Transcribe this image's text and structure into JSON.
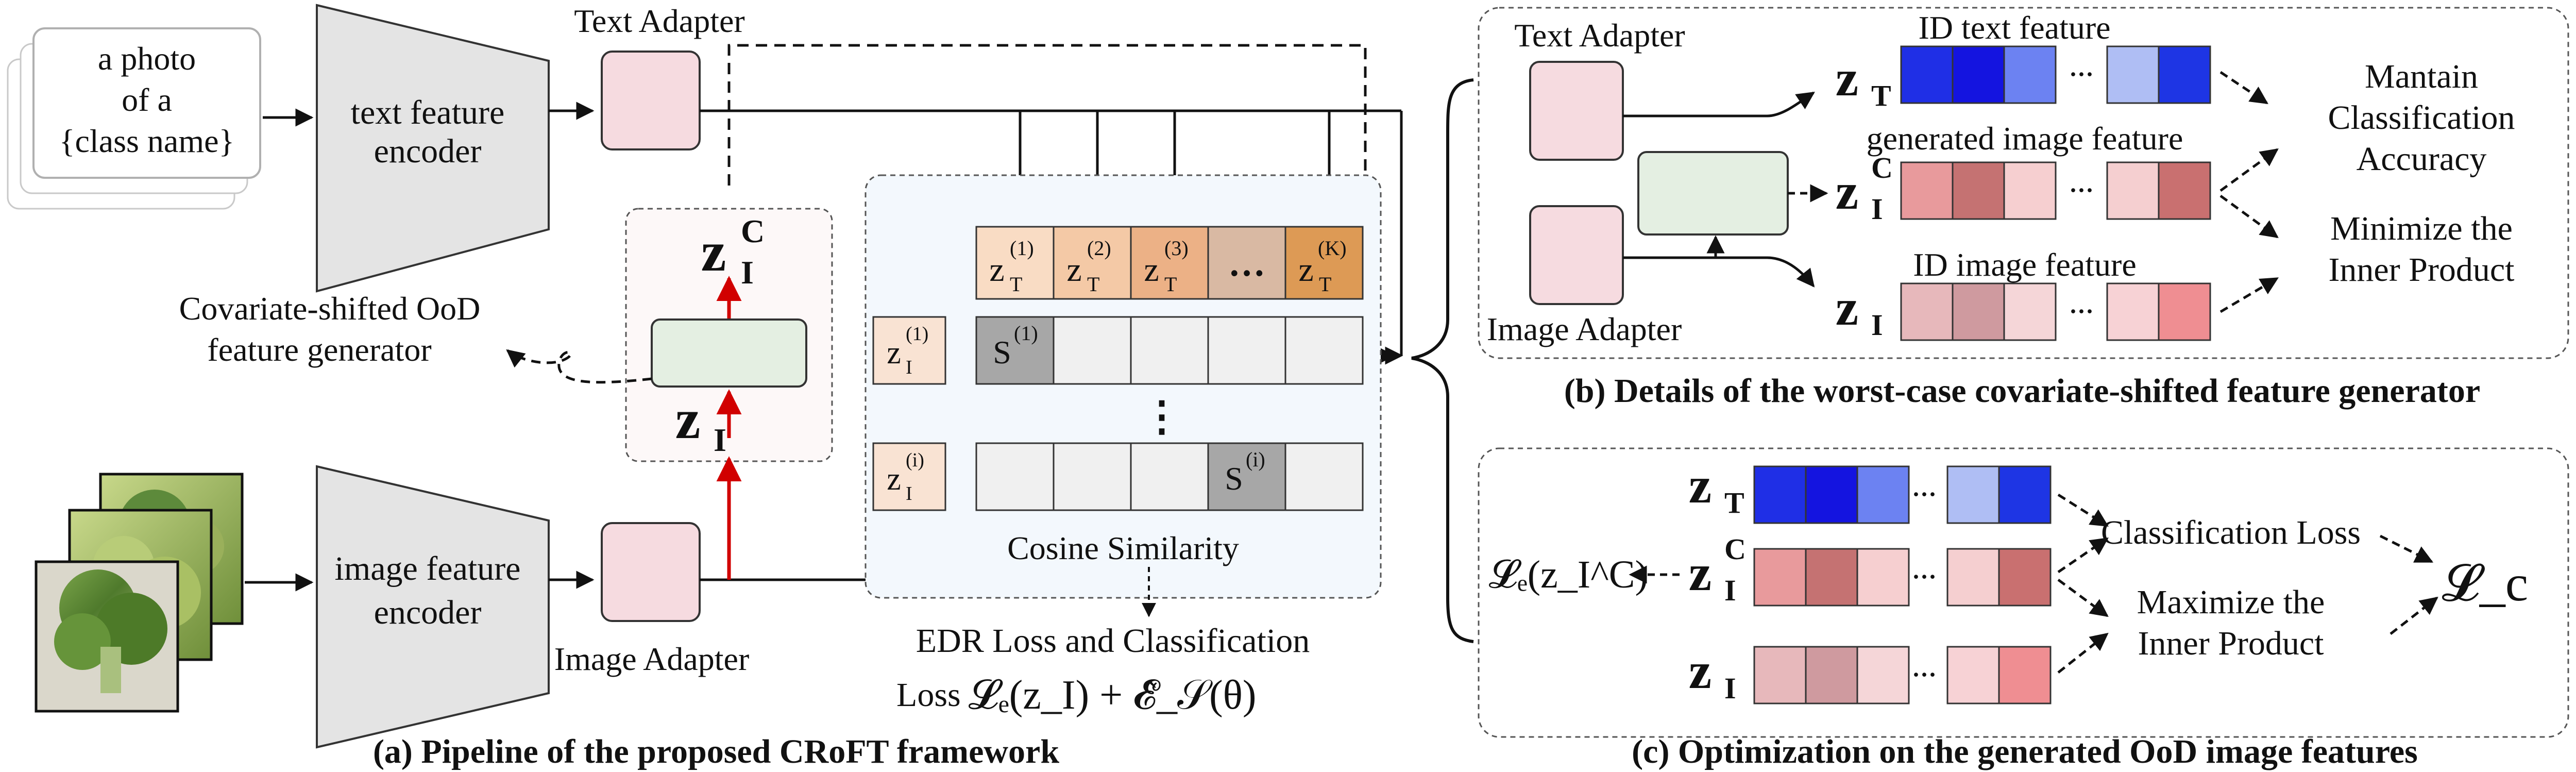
{
  "colors": {
    "adapter_pink": "#f6dbe0",
    "generator_green": "#e4efe2",
    "encoder_gray": "#e4e4e4",
    "red_arrow": "#d10000",
    "sim_bg": "#f3f8fd",
    "zi_box": "#f9e3d3",
    "zt_cells": [
      "#f9dcc4",
      "#f4c9a6",
      "#ecb186",
      "#d9b9a3",
      "#dd9a55"
    ],
    "blue_cells": [
      "#1f2fe6",
      "#1414e0",
      "#6c82f2",
      "#afbef4",
      "#1e35e4"
    ],
    "red_cells_c": [
      "#e89a9c",
      "#c57272",
      "#f6cfd0",
      "#f5cfd0",
      "#c97070"
    ],
    "red_cells_i": [
      "#e7b8bb",
      "#cf9a9f",
      "#f5d6d8",
      "#f7d2d5",
      "#ef8e92"
    ]
  },
  "panel_a": {
    "prompt_lines": [
      "a photo",
      "of a",
      "{class name}"
    ],
    "text_encoder_lines": [
      "text feature",
      "encoder"
    ],
    "image_encoder_lines": [
      "image feature",
      "encoder"
    ],
    "text_adapter": "Text Adapter",
    "image_adapter": "Image Adapter",
    "zic_symbol": "z",
    "zic_sub": "I",
    "zic_sup": "C",
    "zi_symbol": "z",
    "zi_sub": "I",
    "generator_label_lines": [
      "Covariate-shifted OoD",
      "feature generator"
    ],
    "zt_cells": [
      {
        "sym": "z",
        "sub": "T",
        "sup": "(1)"
      },
      {
        "sym": "z",
        "sub": "T",
        "sup": "(2)"
      },
      {
        "sym": "z",
        "sub": "T",
        "sup": "(3)"
      },
      {
        "sym": "…",
        "sub": "",
        "sup": ""
      },
      {
        "sym": "z",
        "sub": "T",
        "sup": "(K)"
      }
    ],
    "zi1": {
      "sym": "z",
      "sub": "I",
      "sup": "(1)"
    },
    "zii": {
      "sym": "z",
      "sub": "I",
      "sup": "(i)"
    },
    "s1": {
      "sym": "S",
      "sup": "(1)"
    },
    "si": {
      "sym": "S",
      "sup": "(i)"
    },
    "vdots": "⋮",
    "cosine": "Cosine Similarity",
    "loss_line1": "EDR Loss and Classification",
    "loss_line2_prefix": "Loss",
    "loss_formula": "𝓛ₑ(z_I) + 𝓔̂_𝒮(θ)",
    "caption": "(a) Pipeline of the proposed CRoFT framework"
  },
  "panel_b": {
    "text_adapter": "Text Adapter",
    "image_adapter": "Image Adapter",
    "id_text_feature": "ID text feature",
    "generated_image_feature": "generated image feature",
    "id_image_feature": "ID image feature",
    "zt": {
      "sym": "z",
      "sub": "T"
    },
    "zic": {
      "sym": "z",
      "sub": "I",
      "sup": "C"
    },
    "zi": {
      "sym": "z",
      "sub": "I"
    },
    "ellipsis": "···",
    "maintain_lines": [
      "Mantain",
      "Classification",
      "Accuracy"
    ],
    "minimize_lines": [
      "Minimize the",
      "Inner Product"
    ],
    "caption": "(b) Details of the worst-case covariate-shifted feature generator"
  },
  "panel_c": {
    "zt": {
      "sym": "z",
      "sub": "T"
    },
    "zic": {
      "sym": "z",
      "sub": "I",
      "sup": "C"
    },
    "zi": {
      "sym": "z",
      "sub": "I"
    },
    "le_label": "𝓛ₑ(z_I^C)",
    "ellipsis": "···",
    "classification_loss": "Classification Loss",
    "maximize_lines": [
      "Maximize the",
      "Inner Product"
    ],
    "lc_label": "𝓛_c",
    "caption": "(c) Optimization on the generated OoD image features"
  }
}
